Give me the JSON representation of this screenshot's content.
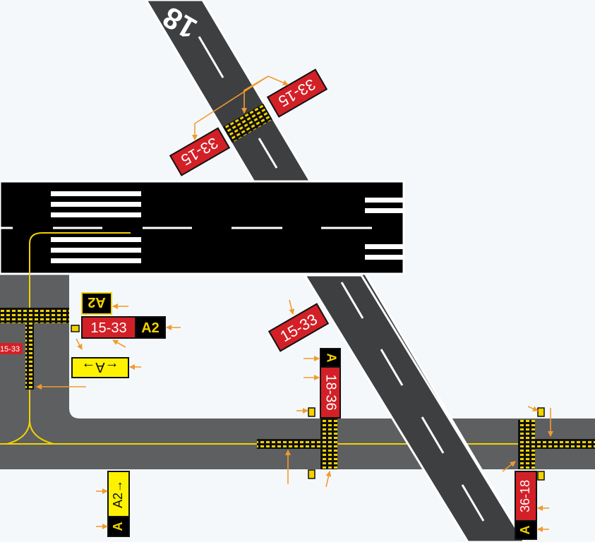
{
  "colors": {
    "background": "#f4f8fb",
    "taxiway": "#5e5f61",
    "runway_diagonal": "#3e3f41",
    "runway_horizontal": "#000000",
    "runway_edge": "#ffffff",
    "taxiway_centerline": "#f2d200",
    "mandatory_sign_bg": "#d32027",
    "location_sign_bg": "#000000",
    "direction_sign_bg": "#fff200",
    "callout_arrow": "#f39a2e"
  },
  "runway_diagonal": {
    "designator": "18"
  },
  "signs": {
    "hold_sign_upper_right": "33-15",
    "hold_sign_upper_left": "33-15",
    "location_sign_a2": "A2",
    "mandatory_sign_left": "15-33",
    "location_sign_a2_right": "A2",
    "small_edge_sign": "15-33",
    "direction_sign_a": "←A→",
    "mandatory_sign_center_angled": "15-33",
    "center_location_a": "A",
    "center_mandatory": "18-36",
    "bottom_left_direction": "A2→",
    "bottom_left_location": "A",
    "bottom_right_mandatory": "36-18",
    "bottom_right_location": "A"
  },
  "icons": {
    "callout_arrow": "arrow-icon",
    "taxiway_light": "light-fixture-icon"
  }
}
